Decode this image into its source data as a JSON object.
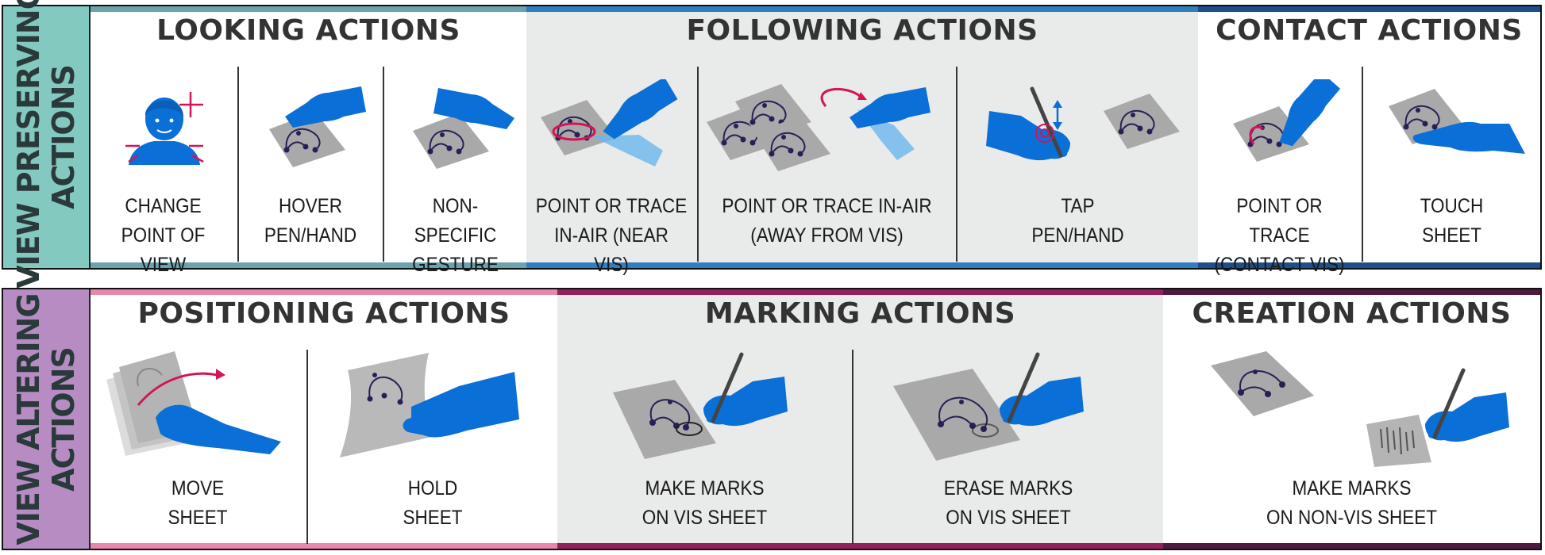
{
  "colors": {
    "hand": "#0a6fd6",
    "hand_light": "#6cb6ee",
    "sheet": "#a9a9a9",
    "graph": "#2a1f55",
    "accent": "#d41455",
    "looking": "#6aa4ad",
    "following": "#2f7fc0",
    "contact": "#1d4f8a",
    "positioning": "#e887ad",
    "marking": "#92205d",
    "creation": "#4f1a40",
    "side_top": "#84c9bf",
    "side_bottom": "#b68cc3"
  },
  "rows": {
    "top": {
      "side_label_line1": "VIEW PRESERVING",
      "side_label_line2": "ACTIONS",
      "groups": {
        "looking": {
          "title": "LOOKING ACTIONS",
          "cells": [
            {
              "line1": "CHANGE",
              "line2": "POINT OF VIEW",
              "icon": "person-head-arrows-icon"
            },
            {
              "line1": "HOVER",
              "line2": "PEN/HAND",
              "icon": "hover-hand-icon"
            },
            {
              "line1": "NON-SPECIFIC",
              "line2": "GESTURE",
              "icon": "gesture-hand-icon"
            }
          ]
        },
        "following": {
          "title": "FOLLOWING ACTIONS",
          "cells": [
            {
              "line1": "POINT OR TRACE",
              "line2": "IN-AIR (NEAR VIS)",
              "icon": "point-near-icon"
            },
            {
              "line1": "POINT OR TRACE IN-AIR",
              "line2": "(AWAY FROM VIS)",
              "icon": "point-away-icon"
            },
            {
              "line1": "TAP",
              "line2": "PEN/HAND",
              "icon": "tap-pen-icon"
            }
          ]
        },
        "contact": {
          "title": "CONTACT ACTIONS",
          "cells": [
            {
              "line1": "POINT OR TRACE",
              "line2": "(CONTACT VIS)",
              "icon": "contact-trace-icon"
            },
            {
              "line1": "TOUCH",
              "line2": "SHEET",
              "icon": "touch-sheet-icon"
            }
          ]
        }
      }
    },
    "bottom": {
      "side_label_line1": "VIEW ALTERING",
      "side_label_line2": "ACTIONS",
      "groups": {
        "positioning": {
          "title": "POSITIONING ACTIONS",
          "cells": [
            {
              "line1": "MOVE",
              "line2": "SHEET",
              "icon": "move-sheet-icon"
            },
            {
              "line1": "HOLD",
              "line2": "SHEET",
              "icon": "hold-sheet-icon"
            }
          ]
        },
        "marking": {
          "title": "MARKING ACTIONS",
          "cells": [
            {
              "line1": "MAKE MARKS",
              "line2": "ON VIS SHEET",
              "icon": "pen-mark-icon"
            },
            {
              "line1": "ERASE MARKS",
              "line2": "ON VIS SHEET",
              "icon": "pen-erase-icon"
            }
          ]
        },
        "creation": {
          "title": "CREATION ACTIONS",
          "cells": [
            {
              "line1": "MAKE MARKS",
              "line2": "ON NON-VIS SHEET",
              "icon": "new-sheet-icon"
            }
          ]
        }
      }
    }
  }
}
